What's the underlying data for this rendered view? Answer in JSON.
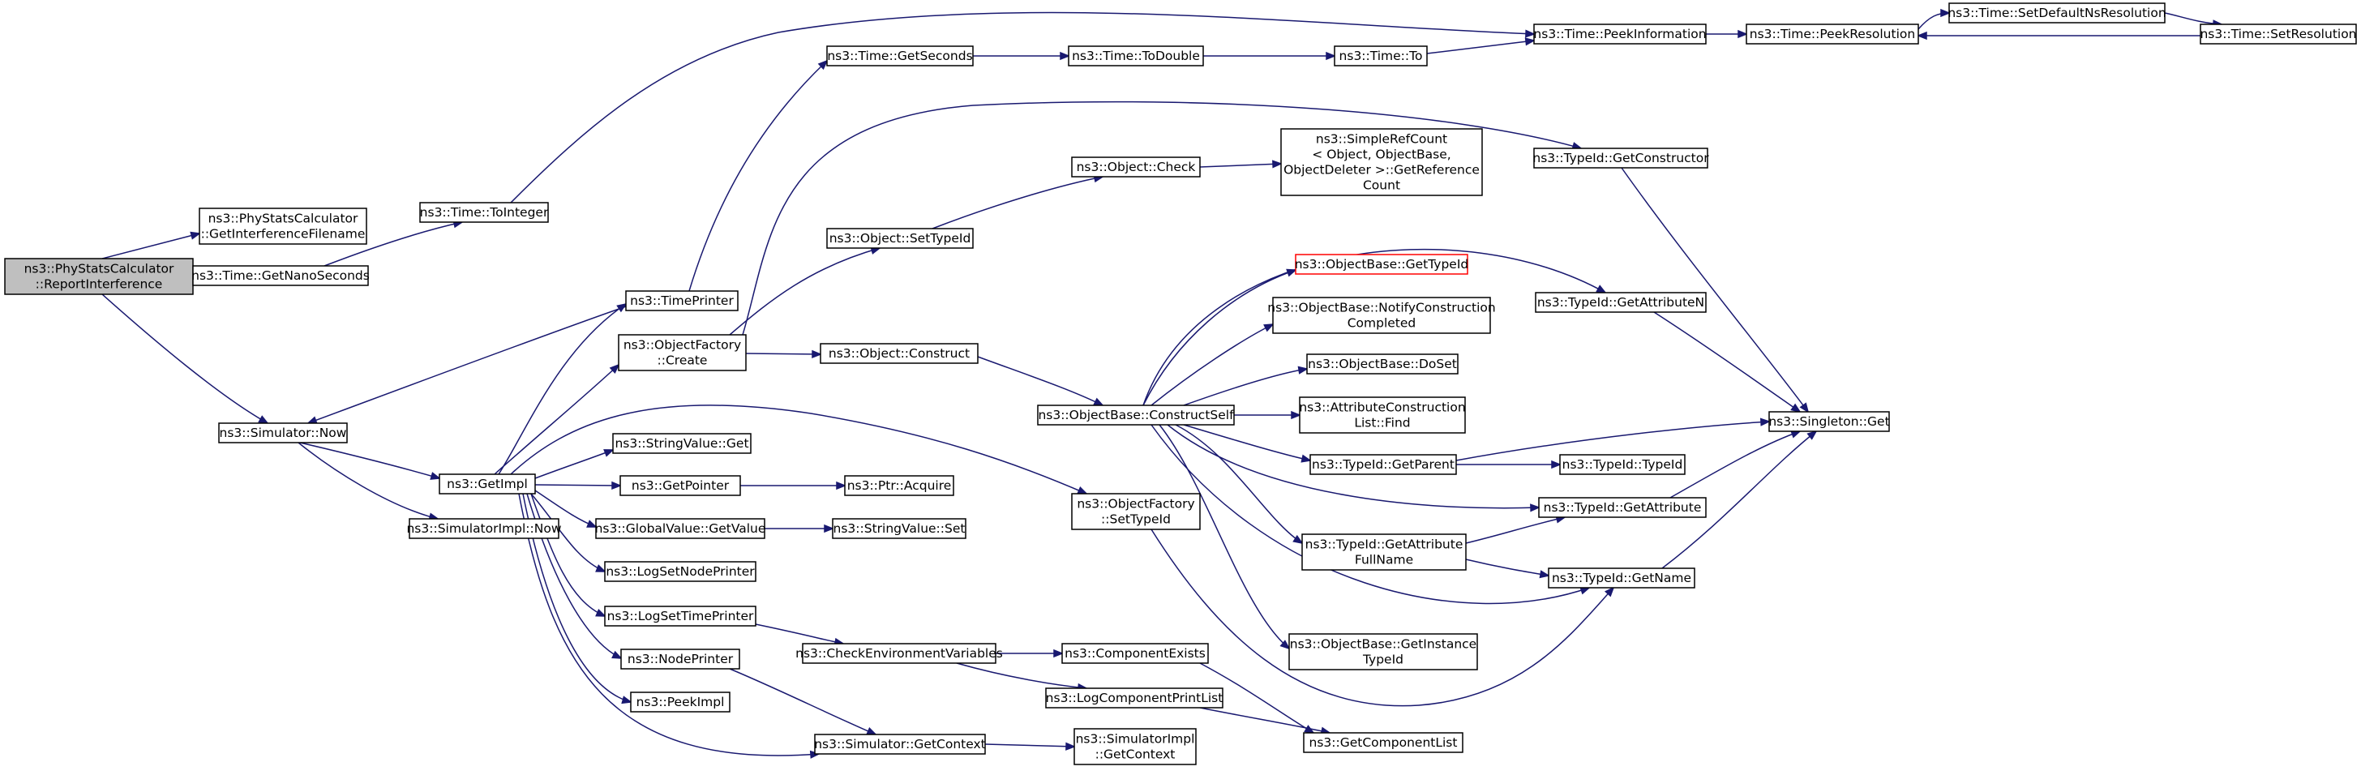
{
  "nodes": {
    "report": [
      "ns3::PhyStatsCalculator",
      "::ReportInterference"
    ],
    "getif": [
      "ns3::PhyStatsCalculator",
      "::GetInterferenceFilename"
    ],
    "getns": [
      "ns3::Time::GetNanoSeconds"
    ],
    "toint": [
      "ns3::Time::ToInteger"
    ],
    "simnow": [
      "ns3::Simulator::Now"
    ],
    "timepr": [
      "ns3::TimePrinter"
    ],
    "getimpl": [
      "ns3::GetImpl"
    ],
    "simimplnow": [
      "ns3::SimulatorImpl::Now"
    ],
    "ofcreate": [
      "ns3::ObjectFactory",
      "::Create"
    ],
    "strget": [
      "ns3::StringValue::Get"
    ],
    "getptr": [
      "ns3::GetPointer"
    ],
    "gvget": [
      "ns3::GlobalValue::GetValue"
    ],
    "lognode": [
      "ns3::LogSetNodePrinter"
    ],
    "logtime": [
      "ns3::LogSetTimePrinter"
    ],
    "nodepr": [
      "ns3::NodePrinter"
    ],
    "peekimpl": [
      "ns3::PeekImpl"
    ],
    "getsec": [
      "ns3::Time::GetSeconds"
    ],
    "setti": [
      "ns3::Object::SetTypeId"
    ],
    "construct": [
      "ns3::Object::Construct"
    ],
    "ptracq": [
      "ns3::Ptr::Acquire"
    ],
    "strset": [
      "ns3::StringValue::Set"
    ],
    "checkenv": [
      "ns3::CheckEnvironmentVariables"
    ],
    "getctx": [
      "ns3::Simulator::GetContext"
    ],
    "todouble": [
      "ns3::Time::ToDouble"
    ],
    "check": [
      "ns3::Object::Check"
    ],
    "cself": [
      "ns3::ObjectBase::ConstructSelf"
    ],
    "ofset": [
      "ns3::ObjectFactory",
      "::SetTypeId"
    ],
    "compex": [
      "ns3::ComponentExists"
    ],
    "logcpl": [
      "ns3::LogComponentPrintList"
    ],
    "simctx": [
      "ns3::SimulatorImpl",
      "::GetContext"
    ],
    "timeto": [
      "ns3::Time::To"
    ],
    "srcount": [
      "ns3::SimpleRefCount",
      "< Object, ObjectBase,",
      " ObjectDeleter >::GetReference",
      "Count"
    ],
    "obgetti": [
      "ns3::ObjectBase::GetTypeId"
    ],
    "obnotify": [
      "ns3::ObjectBase::NotifyConstruction",
      "Completed"
    ],
    "obdoset": [
      "ns3::ObjectBase::DoSet"
    ],
    "acfind": [
      "ns3::AttributeConstruction",
      "List::Find"
    ],
    "tigetparent": [
      "ns3::TypeId::GetParent"
    ],
    "tigafn": [
      "ns3::TypeId::GetAttribute",
      "FullName"
    ],
    "obgitid": [
      "ns3::ObjectBase::GetInstance",
      "TypeId"
    ],
    "getcl": [
      "ns3::GetComponentList"
    ],
    "peekinfo": [
      "ns3::Time::PeekInformation"
    ],
    "ticons": [
      "ns3::TypeId::GetConstructor"
    ],
    "tigan": [
      "ns3::TypeId::GetAttributeN"
    ],
    "titypeid": [
      "ns3::TypeId::TypeId"
    ],
    "tigattr": [
      "ns3::TypeId::GetAttribute"
    ],
    "tiname": [
      "ns3::TypeId::GetName"
    ],
    "peekres": [
      "ns3::Time::PeekResolution"
    ],
    "singleton": [
      "ns3::Singleton::Get"
    ],
    "setdef": [
      "ns3::Time::SetDefaultNsResolution"
    ],
    "setres": [
      "ns3::Time::SetResolution"
    ]
  },
  "colors": {
    "edge": "#191970",
    "root_fill": "#bfbfbf",
    "node_fill": "#ffffff",
    "node_border": "#000000",
    "external_border": "#ff0000"
  }
}
